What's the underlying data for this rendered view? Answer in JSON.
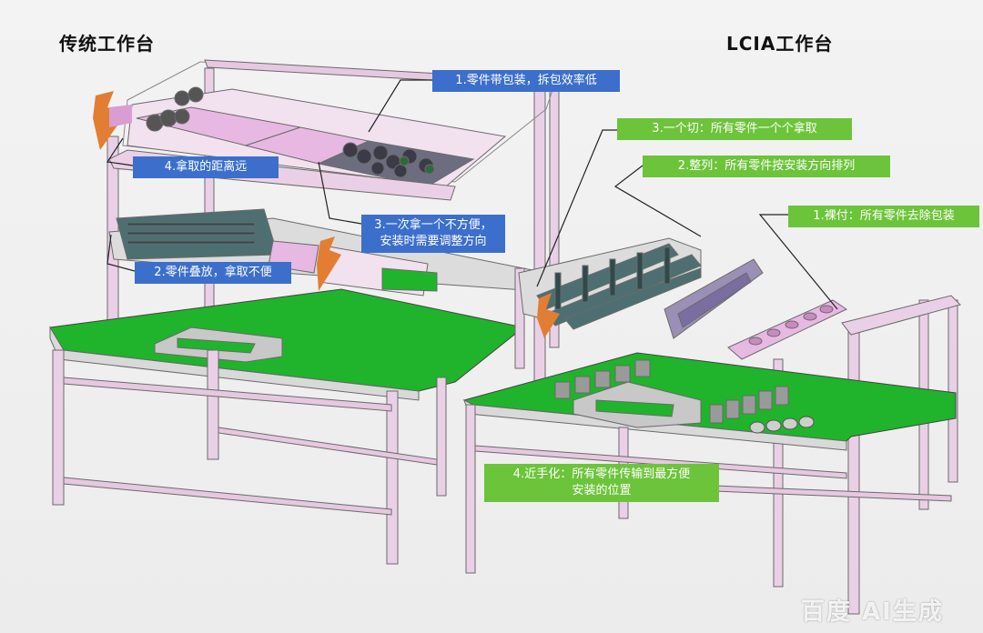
{
  "titles": {
    "left": "传统工作台",
    "right": "LCIA工作台"
  },
  "left_callouts": {
    "c1": "1.零件带包装，拆包效率低",
    "c4": "4.拿取的距离远",
    "c3_line1": "3.一次拿一个不方便，",
    "c3_line2": "安装时需要调整方向",
    "c2": "2.零件叠放，拿取不便"
  },
  "right_callouts": {
    "c3": "3.一个切：所有零件一个个拿取",
    "c2": "2.整列：所有零件按安装方向排列",
    "c1": "1.裸付：所有零件去除包装",
    "c4_line1": "4.近手化：所有零件传输到最方便",
    "c4_line2": "安装的位置"
  },
  "watermark": "百度 AI生成",
  "colors": {
    "callout_blue": "#3b6fcb",
    "callout_green": "#6cc43a",
    "bench_top": "#1fb42b",
    "frame": "#e9c9e2",
    "bin": "#e7b9e2",
    "arrow": "#e27d34"
  }
}
